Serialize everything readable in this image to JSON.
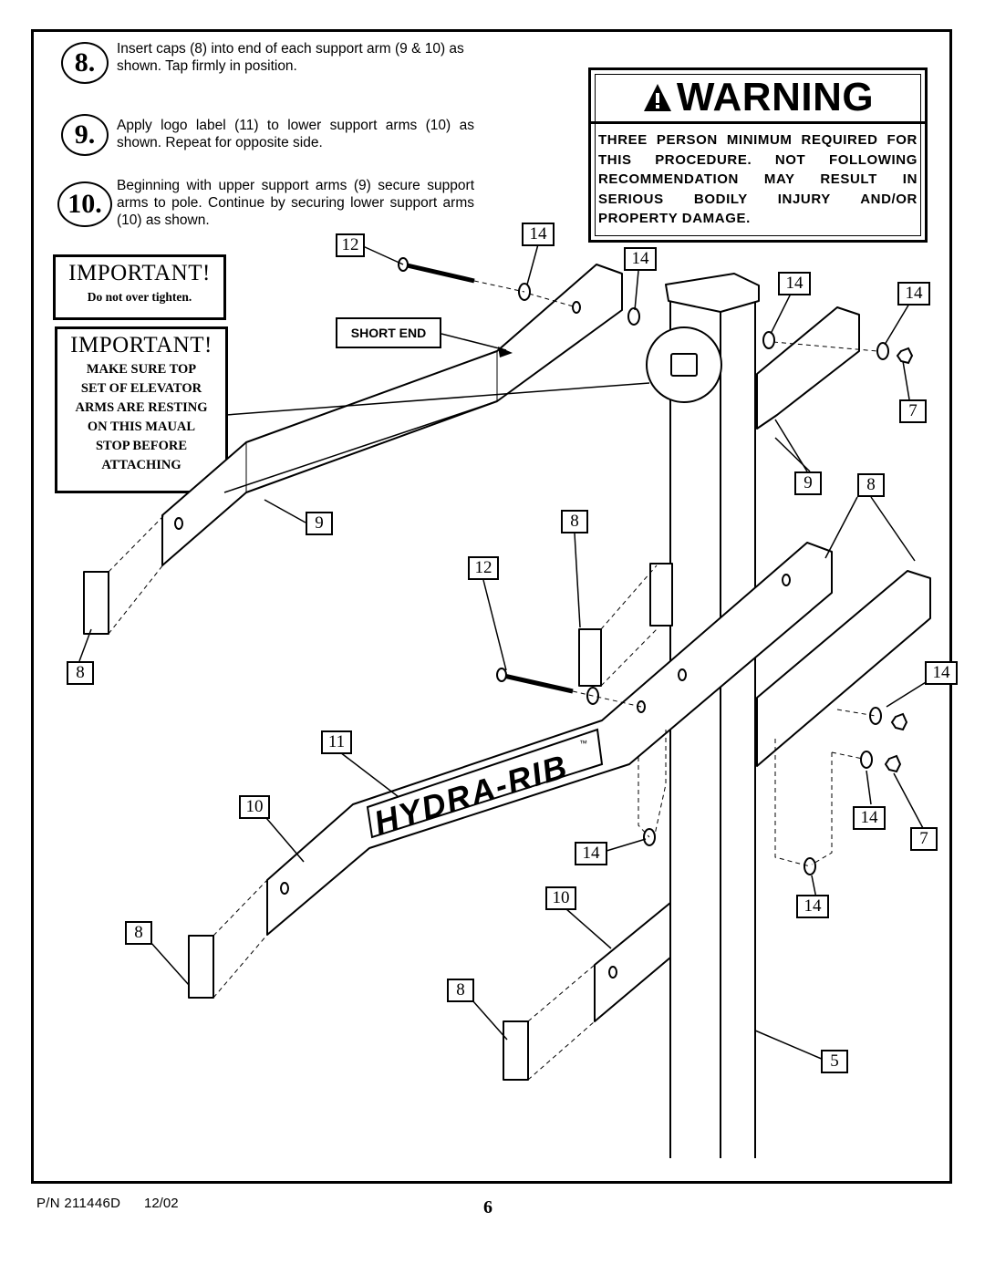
{
  "steps": [
    {
      "num": "8.",
      "text": "Insert caps (8) into end of each support arm (9 & 10) as shown.  Tap firmly in position."
    },
    {
      "num": "9.",
      "text": "Apply logo label (11) to lower support arms (10) as shown.  Repeat for opposite side."
    },
    {
      "num": "10.",
      "text": "Beginning with upper support arms (9) secure support arms to pole.  Continue by securing lower support arms (10) as shown."
    }
  ],
  "warning": {
    "title": "WARNING",
    "icon": "warning-triangle-icon",
    "body": "THREE PERSON MINIMUM REQUIRED FOR THIS PROCEDURE. NOT FOLLOWING RECOMMENDATION MAY RESULT IN SERIOUS BODILY INJURY AND/OR PROPERTY DAMAGE."
  },
  "important_1": {
    "heading": "IMPORTANT!",
    "text": "Do not over tighten."
  },
  "important_2": {
    "heading": "IMPORTANT!",
    "lines": [
      "MAKE SURE TOP",
      "SET OF ELEVATOR",
      "ARMS ARE RESTING",
      "ON THIS MAUAL",
      "STOP BEFORE",
      "ATTACHING"
    ]
  },
  "short_end_label": "SHORT END",
  "logo_label": "HYDRA-RIB",
  "logo_tm": "™",
  "callouts": [
    "12",
    "14",
    "14",
    "14",
    "14",
    "7",
    "9",
    "8",
    "9",
    "8",
    "8",
    "12",
    "11",
    "10",
    "14",
    "7",
    "14",
    "14",
    "10",
    "8",
    "8",
    "5",
    "14"
  ],
  "footer": {
    "part_number": "P/N 211446D",
    "date": "12/02",
    "page": "6"
  }
}
